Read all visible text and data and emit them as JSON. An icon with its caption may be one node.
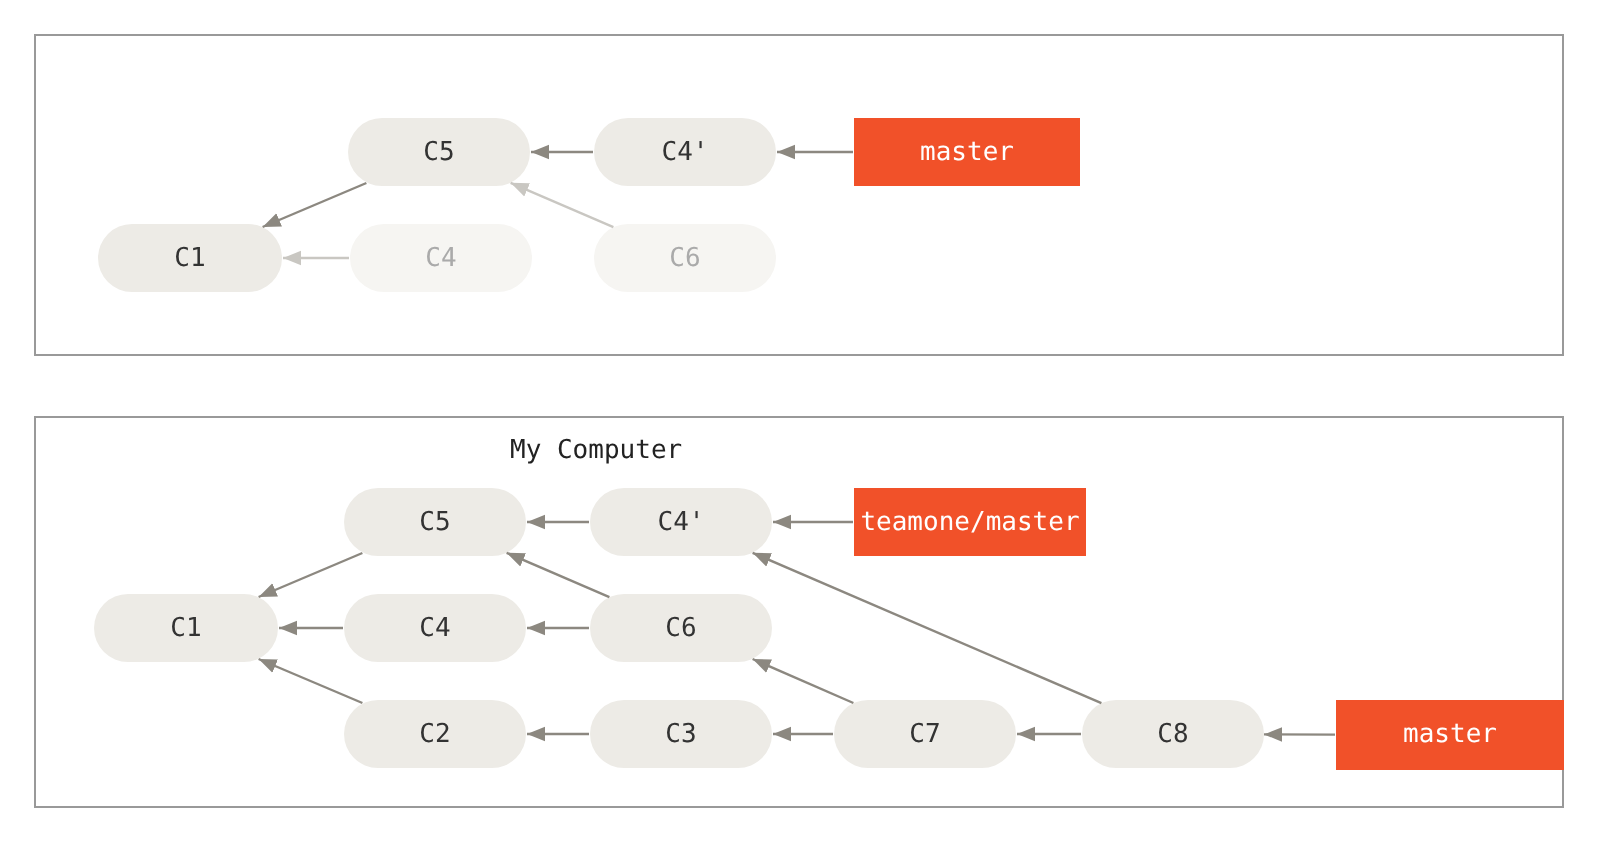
{
  "diagram": {
    "nodes": [
      {
        "text": [],
        "shape": "box"
      },
      {
        "text": [
          "C5"
        ],
        "in": 0
      },
      {
        "text": [
          "C4'"
        ],
        "in": 0
      },
      {
        "text": [
          "master"
        ],
        "in": 0
      },
      {
        "text": [
          "C1"
        ],
        "in": 0
      },
      {
        "text": [
          "C4"
        ],
        "in": 0
      },
      {
        "text": [
          "C6"
        ],
        "in": 0
      },
      {
        "text": [
          "My Computer"
        ]
      },
      {
        "text": [
          "C5"
        ],
        "in": 7
      },
      {
        "text": [
          "C4'"
        ],
        "in": 7
      },
      {
        "text": [
          "teamone/master"
        ],
        "in": 7
      },
      {
        "text": [
          "C1"
        ],
        "in": 7
      },
      {
        "text": [
          "C4"
        ],
        "in": 7
      },
      {
        "text": [
          "C6"
        ],
        "in": 7
      },
      {
        "text": [
          "C2"
        ],
        "in": 7
      },
      {
        "text": [
          "C3"
        ],
        "in": 7
      },
      {
        "text": [
          "C7"
        ],
        "in": 7
      },
      {
        "text": [
          "C8"
        ],
        "in": 7
      },
      {
        "text": [
          "master"
        ],
        "in": 7
      }
    ],
    "edges": [
      {
        "from": 3,
        "to": 2,
        "arrow": "to"
      },
      {
        "from": 2,
        "to": 1,
        "arrow": "to"
      },
      {
        "from": 1,
        "to": 4,
        "arrow": "to"
      },
      {
        "from": 5,
        "to": 4,
        "arrow": "to",
        "color": "#c9c7c2"
      },
      {
        "from": 6,
        "to": 1,
        "arrow": "to",
        "color": "#c9c7c2"
      },
      {
        "from": 10,
        "to": 9,
        "arrow": "to"
      },
      {
        "from": 9,
        "to": 8,
        "arrow": "to"
      },
      {
        "from": 8,
        "to": 11,
        "arrow": "to"
      },
      {
        "from": 12,
        "to": 11,
        "arrow": "to"
      },
      {
        "from": 14,
        "to": 11,
        "arrow": "to"
      },
      {
        "from": 13,
        "to": 8,
        "arrow": "to"
      },
      {
        "from": 13,
        "to": 12,
        "arrow": "to"
      },
      {
        "from": 15,
        "to": 14,
        "arrow": "to"
      },
      {
        "from": 16,
        "to": 15,
        "arrow": "to"
      },
      {
        "from": 16,
        "to": 13,
        "arrow": "to"
      },
      {
        "from": 17,
        "to": 16,
        "arrow": "to"
      },
      {
        "from": 17,
        "to": 9,
        "arrow": "to"
      },
      {
        "from": 18,
        "to": 17,
        "arrow": "to"
      }
    ]
  }
}
